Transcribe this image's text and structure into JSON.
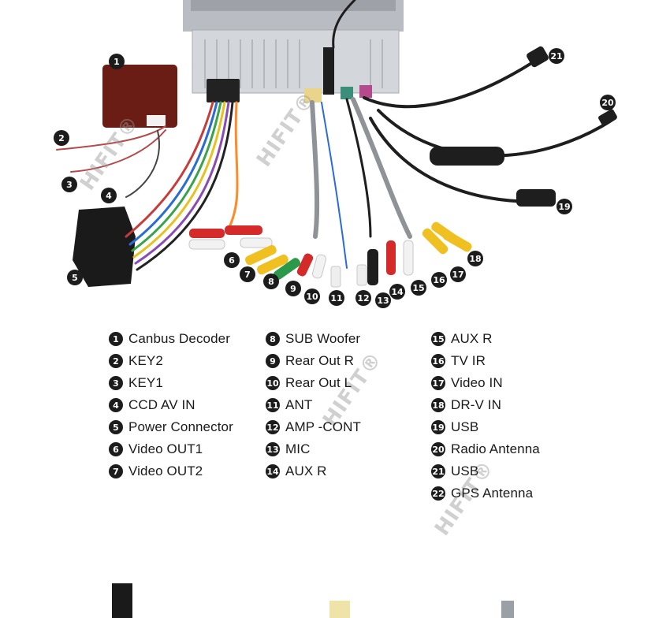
{
  "legend": {
    "col1": [
      {
        "num": "1",
        "label": "Canbus Decoder"
      },
      {
        "num": "2",
        "label": "KEY2"
      },
      {
        "num": "3",
        "label": "KEY1"
      },
      {
        "num": "4",
        "label": "CCD AV IN"
      },
      {
        "num": "5",
        "label": "Power Connector"
      },
      {
        "num": "6",
        "label": "Video OUT1"
      },
      {
        "num": "7",
        "label": "Video OUT2"
      }
    ],
    "col2": [
      {
        "num": "8",
        "label": "SUB Woofer"
      },
      {
        "num": "9",
        "label": "Rear Out R"
      },
      {
        "num": "10",
        "label": "Rear Out L"
      },
      {
        "num": "11",
        "label": "ANT"
      },
      {
        "num": "12",
        "label": "AMP -CONT"
      },
      {
        "num": "13",
        "label": "MIC"
      },
      {
        "num": "14",
        "label": "AUX R"
      }
    ],
    "col3": [
      {
        "num": "15",
        "label": "AUX R"
      },
      {
        "num": "16",
        "label": "TV IR"
      },
      {
        "num": "17",
        "label": "Video IN"
      },
      {
        "num": "18",
        "label": "DR-V IN"
      },
      {
        "num": "19",
        "label": "USB"
      },
      {
        "num": "20",
        "label": "Radio Antenna"
      },
      {
        "num": "21",
        "label": "USB"
      },
      {
        "num": "22",
        "label": "GPS Antenna"
      }
    ]
  },
  "callouts": [
    "1",
    "2",
    "3",
    "4",
    "5",
    "6",
    "7",
    "8",
    "9",
    "10",
    "11",
    "12",
    "13",
    "14",
    "15",
    "16",
    "17",
    "18",
    "19",
    "20",
    "21"
  ],
  "watermark": "HIFIT®",
  "colors": {
    "badge": "#1c1c1c",
    "rca_red": "#d42a2a",
    "rca_white": "#f2f2f2",
    "rca_yellow": "#f0c020",
    "rca_green": "#2a9a4a",
    "decoder_box": "#6a1d14",
    "chassis": "#c8cbd0"
  }
}
